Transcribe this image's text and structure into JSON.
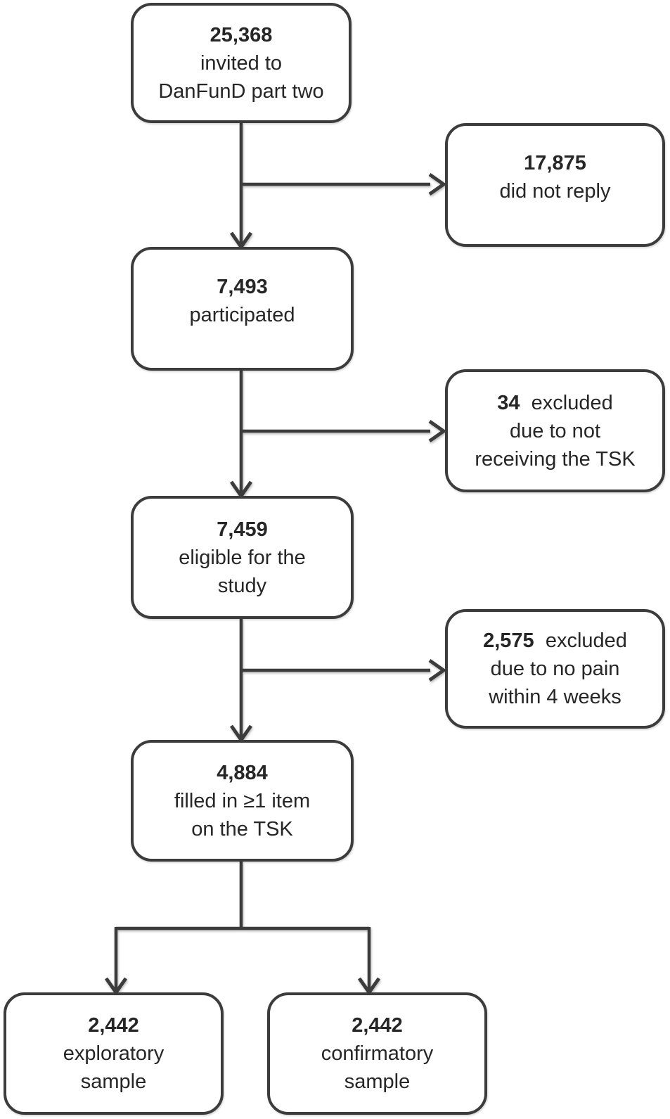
{
  "diagram": {
    "type": "flowchart",
    "line_color": "#3c3c3c",
    "text_color": "#262626",
    "background_color": "#ffffff"
  },
  "nodes": {
    "invited": {
      "number": "25,368",
      "line1": "invited to",
      "line2": "DanFunD part two"
    },
    "did_not_reply": {
      "number": "17,875",
      "line1": "did not reply"
    },
    "participated": {
      "number": "7,493",
      "line1": "participated"
    },
    "excluded_tsk": {
      "number": "34",
      "number_suffix": "excluded",
      "line1": "due to not",
      "line2": "receiving the TSK"
    },
    "eligible": {
      "number": "7,459",
      "line1": "eligible for the",
      "line2": "study"
    },
    "excluded_pain": {
      "number": "2,575",
      "number_suffix": "excluded",
      "line1": "due to no pain",
      "line2": "within 4 weeks"
    },
    "filled_tsk": {
      "number": "4,884",
      "line1": "filled in ≥1 item",
      "line2": "on the TSK"
    },
    "exploratory": {
      "number": "2,442",
      "line1": "exploratory",
      "line2": "sample"
    },
    "confirmatory": {
      "number": "2,442",
      "line1": "confirmatory",
      "line2": "sample"
    }
  }
}
